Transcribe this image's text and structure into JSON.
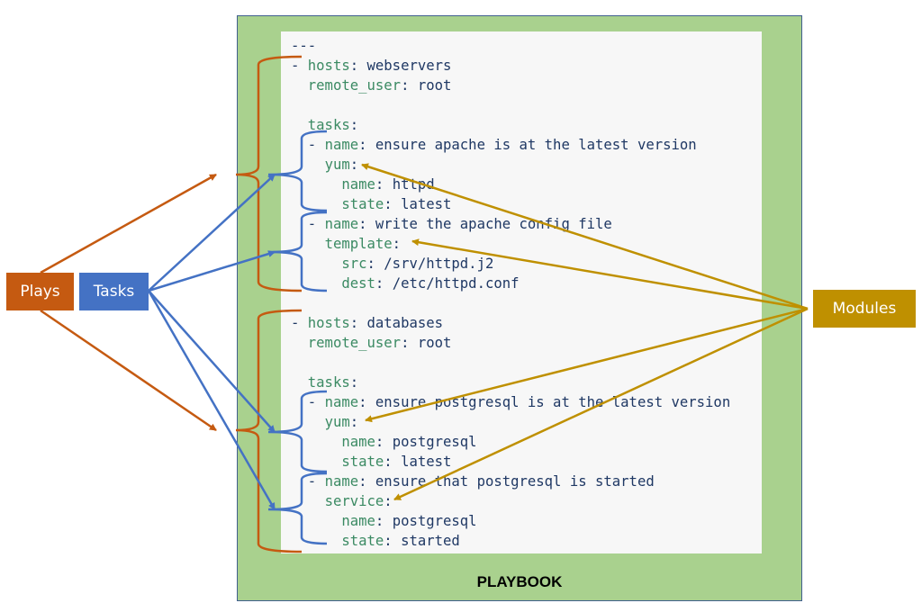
{
  "labels": {
    "plays": "Plays",
    "tasks": "Tasks",
    "modules": "Modules",
    "playbook": "PLAYBOOK"
  },
  "colors": {
    "plays": "#c55a11",
    "tasks": "#4472c4",
    "modules": "#bf9000",
    "panel": "#a9d18e",
    "yaml_key": "#3b8a63",
    "yaml_value": "#1f3864"
  },
  "code_lines": [
    {
      "indent": "",
      "dash": "",
      "key": "",
      "sep": "---",
      "value": ""
    },
    {
      "indent": "",
      "dash": "- ",
      "key": "hosts",
      "sep": ": ",
      "value": "webservers"
    },
    {
      "indent": "  ",
      "dash": "",
      "key": "remote_user",
      "sep": ": ",
      "value": "root"
    },
    {
      "indent": "",
      "dash": "",
      "key": "",
      "sep": "",
      "value": ""
    },
    {
      "indent": "  ",
      "dash": "",
      "key": "tasks",
      "sep": ":",
      "value": ""
    },
    {
      "indent": "  ",
      "dash": "- ",
      "key": "name",
      "sep": ": ",
      "value": "ensure apache is at the latest version"
    },
    {
      "indent": "    ",
      "dash": "",
      "key": "yum",
      "sep": ":",
      "value": ""
    },
    {
      "indent": "      ",
      "dash": "",
      "key": "name",
      "sep": ": ",
      "value": "httpd"
    },
    {
      "indent": "      ",
      "dash": "",
      "key": "state",
      "sep": ": ",
      "value": "latest"
    },
    {
      "indent": "  ",
      "dash": "- ",
      "key": "name",
      "sep": ": ",
      "value": "write the apache config file"
    },
    {
      "indent": "    ",
      "dash": "",
      "key": "template",
      "sep": ":",
      "value": ""
    },
    {
      "indent": "      ",
      "dash": "",
      "key": "src",
      "sep": ": ",
      "value": "/srv/httpd.j2"
    },
    {
      "indent": "      ",
      "dash": "",
      "key": "dest",
      "sep": ": ",
      "value": "/etc/httpd.conf"
    },
    {
      "indent": "",
      "dash": "",
      "key": "",
      "sep": "",
      "value": ""
    },
    {
      "indent": "",
      "dash": "- ",
      "key": "hosts",
      "sep": ": ",
      "value": "databases"
    },
    {
      "indent": "  ",
      "dash": "",
      "key": "remote_user",
      "sep": ": ",
      "value": "root"
    },
    {
      "indent": "",
      "dash": "",
      "key": "",
      "sep": "",
      "value": ""
    },
    {
      "indent": "  ",
      "dash": "",
      "key": "tasks",
      "sep": ":",
      "value": ""
    },
    {
      "indent": "  ",
      "dash": "- ",
      "key": "name",
      "sep": ": ",
      "value": "ensure postgresql is at the latest version"
    },
    {
      "indent": "    ",
      "dash": "",
      "key": "yum",
      "sep": ":",
      "value": ""
    },
    {
      "indent": "      ",
      "dash": "",
      "key": "name",
      "sep": ": ",
      "value": "postgresql"
    },
    {
      "indent": "      ",
      "dash": "",
      "key": "state",
      "sep": ": ",
      "value": "latest"
    },
    {
      "indent": "  ",
      "dash": "- ",
      "key": "name",
      "sep": ": ",
      "value": "ensure that postgresql is started"
    },
    {
      "indent": "    ",
      "dash": "",
      "key": "service",
      "sep": ":",
      "value": ""
    },
    {
      "indent": "      ",
      "dash": "",
      "key": "name",
      "sep": ": ",
      "value": "postgresql"
    },
    {
      "indent": "      ",
      "dash": "",
      "key": "state",
      "sep": ": ",
      "value": "started"
    }
  ],
  "relationships": {
    "plays": [
      "hosts: webservers play",
      "hosts: databases play"
    ],
    "tasks": [
      "ensure apache is at the latest version",
      "write the apache config file",
      "ensure postgresql is at the latest version",
      "ensure that postgresql is started"
    ],
    "modules": [
      "yum",
      "template",
      "yum",
      "service"
    ]
  }
}
